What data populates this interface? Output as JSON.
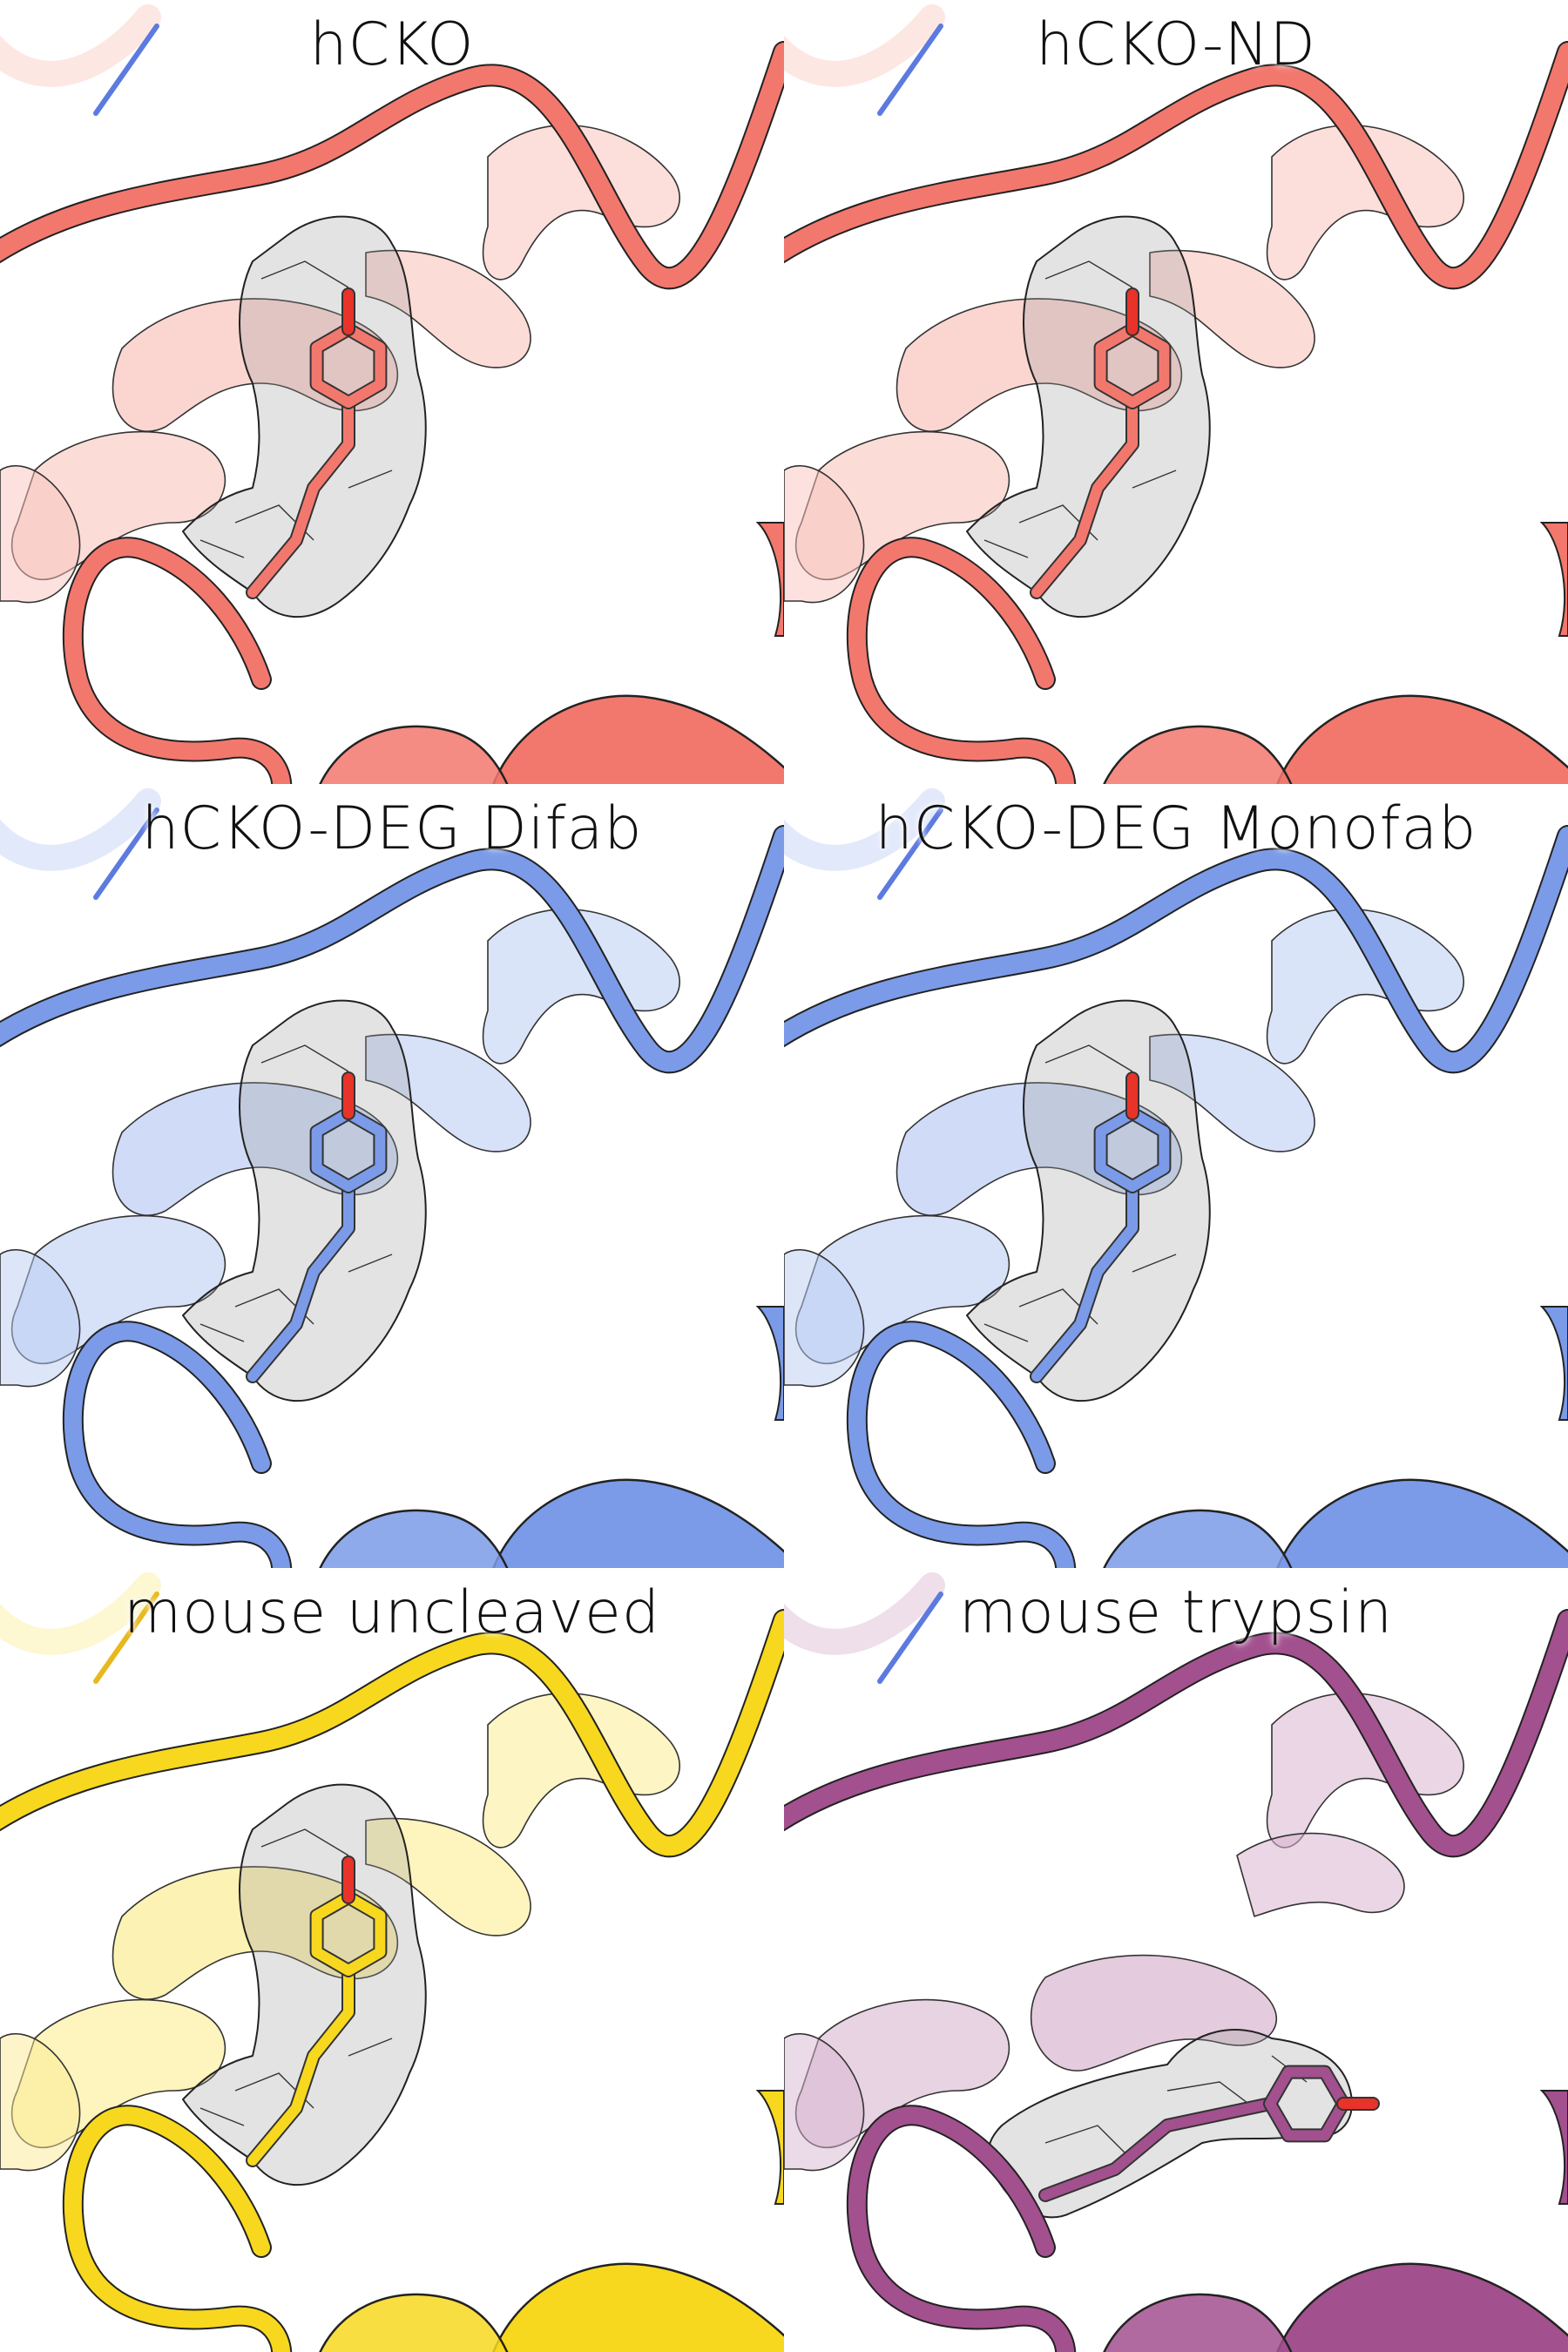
{
  "panels": [
    {
      "id": "hcko",
      "title": "hCKO",
      "colors": {
        "main": "#f2786e",
        "light": "#f9c4bd",
        "pale": "#fde4e0",
        "accent": "#5c7ae0",
        "oxygen": "#e8332a"
      }
    },
    {
      "id": "hcko-nd",
      "title": "hCKO-ND",
      "colors": {
        "main": "#f2786e",
        "light": "#f9c4bd",
        "pale": "#fde4e0",
        "accent": "#5c7ae0",
        "oxygen": "#e8332a"
      }
    },
    {
      "id": "hcko-deg-difab",
      "title": "hCKO-DEG Difab",
      "colors": {
        "main": "#7b9be8",
        "light": "#bccdf4",
        "pale": "#dfe7fb",
        "accent": "#5c7ae0",
        "oxygen": "#e8332a"
      }
    },
    {
      "id": "hcko-deg-monofab",
      "title": "hCKO-DEG Monofab",
      "colors": {
        "main": "#7b9be8",
        "light": "#bccdf4",
        "pale": "#dfe7fb",
        "accent": "#5c7ae0",
        "oxygen": "#e8332a"
      }
    },
    {
      "id": "mouse-uncleaved",
      "title": "mouse uncleaved",
      "colors": {
        "main": "#f7d81e",
        "light": "#fbec93",
        "pale": "#fdf6cd",
        "accent": "#e8b81e",
        "oxygen": "#e8332a"
      }
    },
    {
      "id": "mouse-trypsin",
      "title": "mouse trypsin",
      "colors": {
        "main": "#a3508f",
        "light": "#d8b5cf",
        "pale": "#ecdbe8",
        "accent": "#5c7ae0",
        "oxygen": "#e8332a"
      }
    }
  ]
}
